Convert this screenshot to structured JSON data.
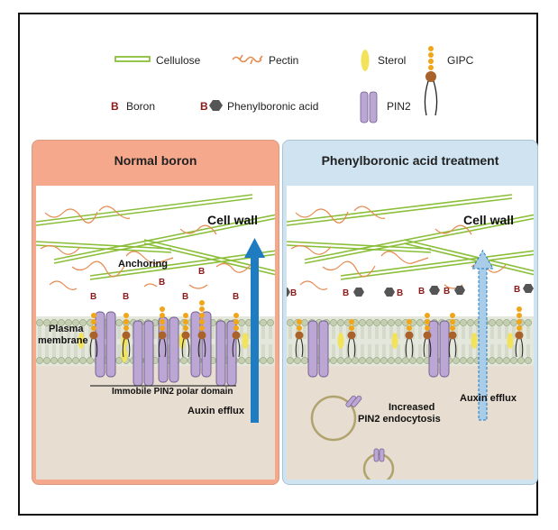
{
  "legend": {
    "cellulose": "Cellulose",
    "pectin": "Pectin",
    "sterol": "Sterol",
    "gipc": "GIPC",
    "boron": "Boron",
    "phenylboronic_acid": "Phenylboronic acid",
    "pin2": "PIN2",
    "boron_symbol": "B"
  },
  "left_panel": {
    "title": "Normal boron",
    "cell_wall": "Cell wall",
    "anchoring": "Anchoring",
    "plasma_membrane_line1": "Plasma",
    "plasma_membrane_line2": "membrane",
    "immobile": "Immobile PIN2 polar domain",
    "auxin_efflux": "Auxin efflux"
  },
  "right_panel": {
    "title": "Phenylboronic acid treatment",
    "cell_wall": "Cell wall",
    "endocytosis_line1": "Increased",
    "endocytosis_line2": "PIN2 endocytosis",
    "auxin_efflux": "Auxin efflux"
  },
  "colors": {
    "cellulose": "#8bbf3a",
    "pectin": "#e58a4f",
    "sterol": "#f2e35a",
    "gipc_head": "#f2a516",
    "gipc_body": "#a8622a",
    "boron": "#8b1a1a",
    "pin2": "#bba6d4",
    "membrane_head": "#c3cfb0",
    "cytoplasm": "#e7ddd0",
    "left_panel": "#f6a88d",
    "right_panel": "#cfe3f0",
    "arrow": "#1f7cc0"
  }
}
